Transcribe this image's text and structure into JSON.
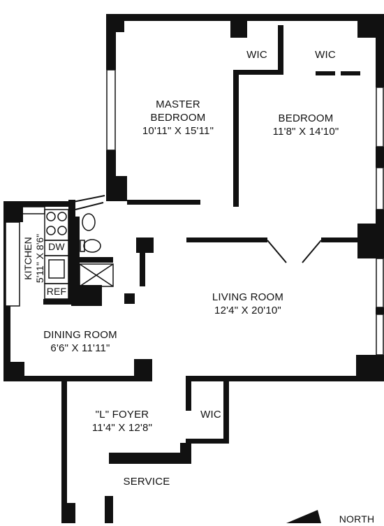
{
  "rooms": {
    "master_bedroom": {
      "name_line1": "MASTER",
      "name_line2": "BEDROOM",
      "size": "10'11\" X 15'11\""
    },
    "bedroom": {
      "name": "BEDROOM",
      "size": "11'8\" X 14'10\""
    },
    "wic_master": {
      "name": "WIC"
    },
    "wic_bedroom": {
      "name": "WIC"
    },
    "living_room": {
      "name": "LIVING ROOM",
      "size": "12'4\" X 20'10\""
    },
    "dining_room": {
      "name": "DINING ROOM",
      "size": "6'6\" X 11'11\""
    },
    "kitchen": {
      "name": "KITCHEN",
      "size": "5'11\" X 8'6\""
    },
    "dw": {
      "name": "DW"
    },
    "ref": {
      "name": "REF"
    },
    "foyer": {
      "name": "\"L\" FOYER",
      "size": "11'4\" X 12'8\""
    },
    "wic_foyer": {
      "name": "WIC"
    },
    "service": {
      "name": "SERVICE"
    }
  },
  "compass": {
    "label": "NORTH"
  },
  "colors": {
    "wall": "#111111",
    "background": "#ffffff"
  }
}
